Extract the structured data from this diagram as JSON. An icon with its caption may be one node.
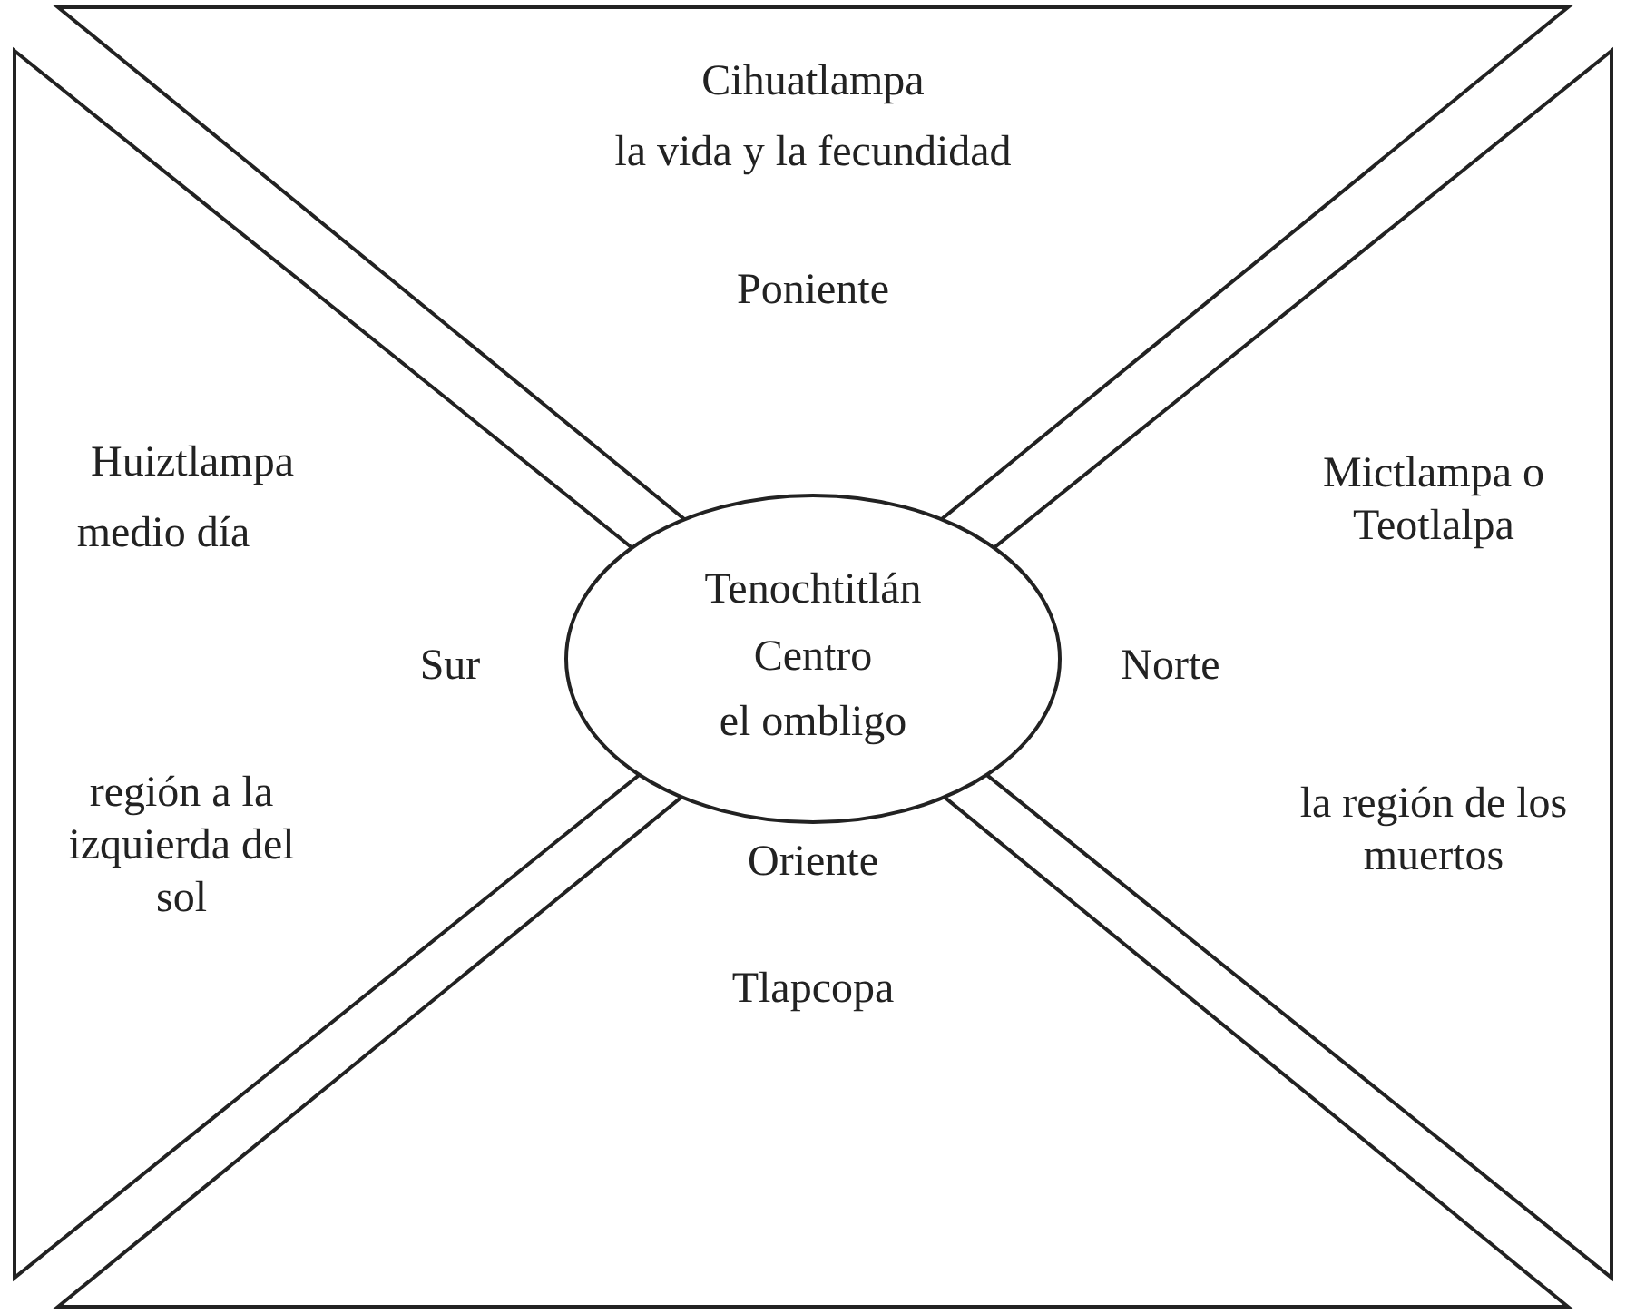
{
  "diagram": {
    "nodes": [
      {
        "text": [
          "Cihuatlampa",
          "la vida y la fecundidad",
          "Poniente"
        ]
      },
      {
        "text": [
          "Huiztlampa",
          "medio día",
          "Sur",
          "región a la izquierda del sol"
        ]
      },
      {
        "text": [
          "Tenochtitlán",
          "Centro",
          "el ombligo"
        ]
      },
      {
        "text": [
          "Mictlampa o Teotlalpa",
          "Norte",
          "la región de los muertos"
        ]
      },
      {
        "text": [
          "Oriente",
          "Tlapcopa"
        ]
      }
    ]
  }
}
